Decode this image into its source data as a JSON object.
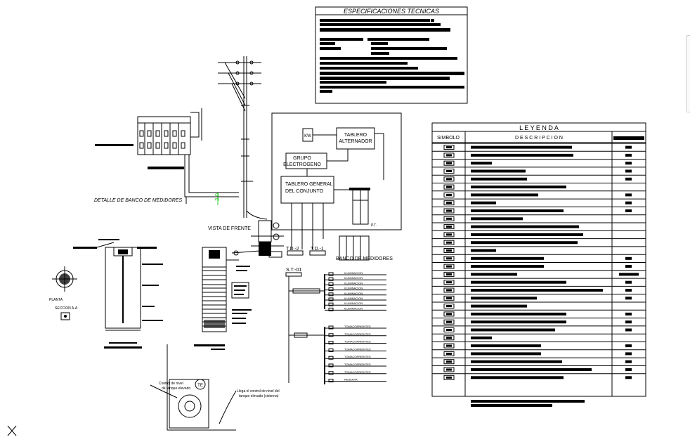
{
  "specs": {
    "title": "ESPECIFICACIONES TECNICAS"
  },
  "legend": {
    "title": "L E Y E N D A",
    "col_symbol": "SIMBOLO",
    "col_description": "D E S C R I P C I O N"
  },
  "diagram": {
    "kw": "KW",
    "tablero_alternador": [
      "TABLERO",
      "ALTERNADOR"
    ],
    "grupo": [
      "GRUPO",
      "ELECTROGENO"
    ],
    "tablero_general": [
      "TABLERO GENERAL",
      "DEL CONJUNTO"
    ],
    "pt": "P.T.",
    "td2": "T.D.-2",
    "td1": "T.D.-1",
    "banco_medidores": "BANCO DE MEDIDORES",
    "std": "S.T.-01",
    "vista_frente": "VISTA DE FRENTE",
    "detalle_banco": "DETALLE DE BANCO DE MEDIDORES",
    "dim_30": "3.0",
    "circuits_top": [
      "ILUMINACION",
      "ILUMINACION",
      "ILUMINACION",
      "ILUMINACION",
      "ILUMINACION",
      "ILUMINACION",
      "ILUMINACION",
      "ILUMINACION"
    ],
    "circuits_bottom": [
      "TOMACORRIENTES",
      "TOMACORRIENTES",
      "TOMACORRIENTES",
      "TOMACORRIENTES",
      "TOMACORRIENTES",
      "TOMACORRIENTES",
      "TOMACORRIENTES",
      "RESERVA"
    ],
    "planta": "PLANTA",
    "corte": "SECCION A-A",
    "tank_label_1": "Control de nivel",
    "tank_label_2": "de tanque elevado",
    "tank_label_3": "Llega el control de nivel del",
    "tank_label_4": "tanque elevado (cisterna)",
    "te": "TE"
  }
}
